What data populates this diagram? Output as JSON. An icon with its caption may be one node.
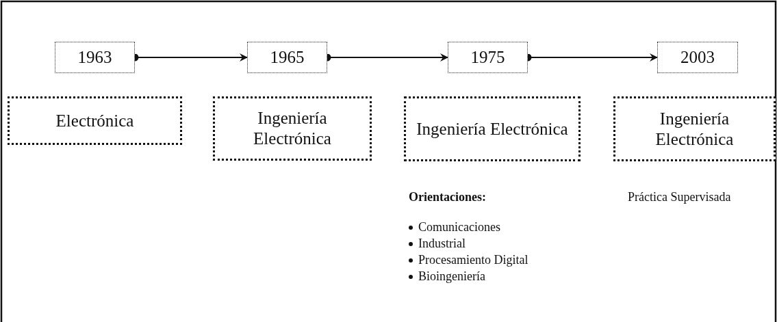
{
  "diagram": {
    "nodes": [
      {
        "text": [
          "1963"
        ]
      },
      {
        "text": [
          "1965"
        ]
      },
      {
        "text": [
          "1975"
        ]
      },
      {
        "text": [
          "2003"
        ]
      },
      {
        "text": [
          "Electrónica"
        ]
      },
      {
        "text": [
          "Ingeniería Electrónica"
        ]
      },
      {
        "text": [
          "Ingeniería Electrónica"
        ]
      },
      {
        "text": [
          "Ingeniería Electrónica"
        ]
      }
    ],
    "edges": [
      {
        "from": 0,
        "to": 1,
        "arrow": "to"
      },
      {
        "from": 1,
        "to": 2,
        "arrow": "to"
      },
      {
        "from": 2,
        "to": 3,
        "arrow": "to"
      }
    ],
    "labels": [
      "Orientaciones:",
      "Práctica Supervisada",
      "Comunicaciones",
      "Industrial",
      "Procesamiento Digital",
      "Bioingeniería"
    ]
  }
}
